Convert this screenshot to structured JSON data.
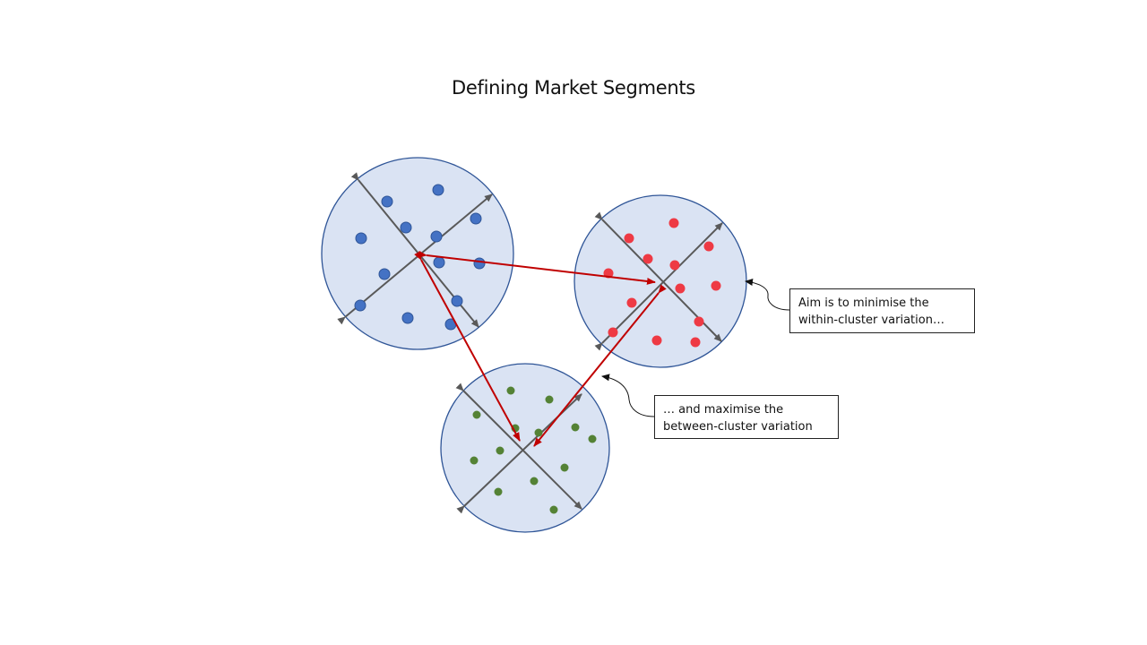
{
  "title": "Defining Market Segments",
  "callouts": {
    "within": {
      "line1": "Aim is to minimise the",
      "line2": "within-cluster variation…"
    },
    "between": {
      "line1": "… and maximise the",
      "line2": "between-cluster variation"
    }
  },
  "colors": {
    "cluster_fill": "#dae3f3",
    "cluster_stroke": "#2f5597",
    "axis": "#595959",
    "between_arrow": "#c00000",
    "blue_dot": "#4472c4",
    "red_dot": "#ee3a44",
    "green_dot": "#548235"
  },
  "clusters": [
    {
      "name": "blue",
      "dot_color": "blue_dot",
      "points": [
        [
          432,
          225
        ],
        [
          489,
          212
        ],
        [
          453,
          254
        ],
        [
          487,
          264
        ],
        [
          403,
          266
        ],
        [
          531,
          244
        ],
        [
          490,
          293
        ],
        [
          535,
          294
        ],
        [
          429,
          306
        ],
        [
          402,
          341
        ],
        [
          510,
          336
        ],
        [
          455,
          355
        ],
        [
          503,
          362
        ]
      ]
    },
    {
      "name": "red",
      "dot_color": "red_dot",
      "points": [
        [
          752,
          249
        ],
        [
          702,
          266
        ],
        [
          791,
          275
        ],
        [
          723,
          289
        ],
        [
          753,
          296
        ],
        [
          679,
          305
        ],
        [
          759,
          322
        ],
        [
          799,
          319
        ],
        [
          705,
          338
        ],
        [
          684,
          371
        ],
        [
          780,
          359
        ],
        [
          733,
          380
        ],
        [
          776,
          382
        ]
      ]
    },
    {
      "name": "green",
      "dot_color": "green_dot",
      "points": [
        [
          570,
          436
        ],
        [
          613,
          446
        ],
        [
          532,
          463
        ],
        [
          575,
          478
        ],
        [
          601,
          483
        ],
        [
          642,
          477
        ],
        [
          661,
          490
        ],
        [
          558,
          503
        ],
        [
          529,
          514
        ],
        [
          630,
          522
        ],
        [
          596,
          537
        ],
        [
          556,
          549
        ],
        [
          618,
          569
        ]
      ]
    }
  ]
}
